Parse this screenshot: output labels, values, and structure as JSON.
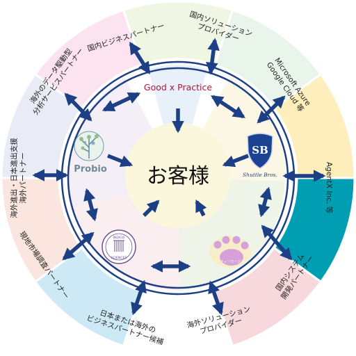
{
  "center": {
    "label": "お客様"
  },
  "partners": {
    "good_practice": "Good x Practice",
    "shuttle_bros": {
      "emblem": "SB",
      "name": "Shuttle Bros."
    },
    "probio": "Probio",
    "indigo": {
      "top": "INDIGO",
      "bottom": "SCIENCES"
    },
    "pawprint": "ティーワークス"
  },
  "outer_segments": [
    {
      "lines": [
        "国内ビジネスパートナー"
      ],
      "color": "#f0f6e4"
    },
    {
      "lines": [
        "国内ソリューション",
        "プロバイダー"
      ],
      "color": "#e9f5ea"
    },
    {
      "lines": [
        "Microsoft Azure",
        "Google Cloud 等"
      ],
      "color": "#fdeebb"
    },
    {
      "lines": [
        "AgentX Inc. 等"
      ],
      "color": "#009eb3",
      "text_color": "#0b3b5c"
    },
    {
      "lines": [
        "国内システム",
        "開発パートナー"
      ],
      "color": "#f7d8dc"
    },
    {
      "lines": [
        "海外ソリューション",
        "プロバイダー"
      ],
      "color": "#ffffff"
    },
    {
      "lines": [
        "日本または海外の",
        "ビジネスパートナー候補"
      ],
      "color": "#cde9f5"
    },
    {
      "lines": [
        "現地市場調査パートナー"
      ],
      "color": "#fbe5df"
    },
    {
      "lines": [
        "海外進出・日本進出支援",
        "海外パートナー"
      ],
      "color": "#e9ecf7"
    },
    {
      "lines": [
        "海外のデータ駆動型",
        "分析サービスパートナー"
      ],
      "color": "#fbe3ef"
    }
  ],
  "colors": {
    "ring": "#1c3f86",
    "arrow": "#1c3f86",
    "center_fill": "#fbf7dc"
  }
}
